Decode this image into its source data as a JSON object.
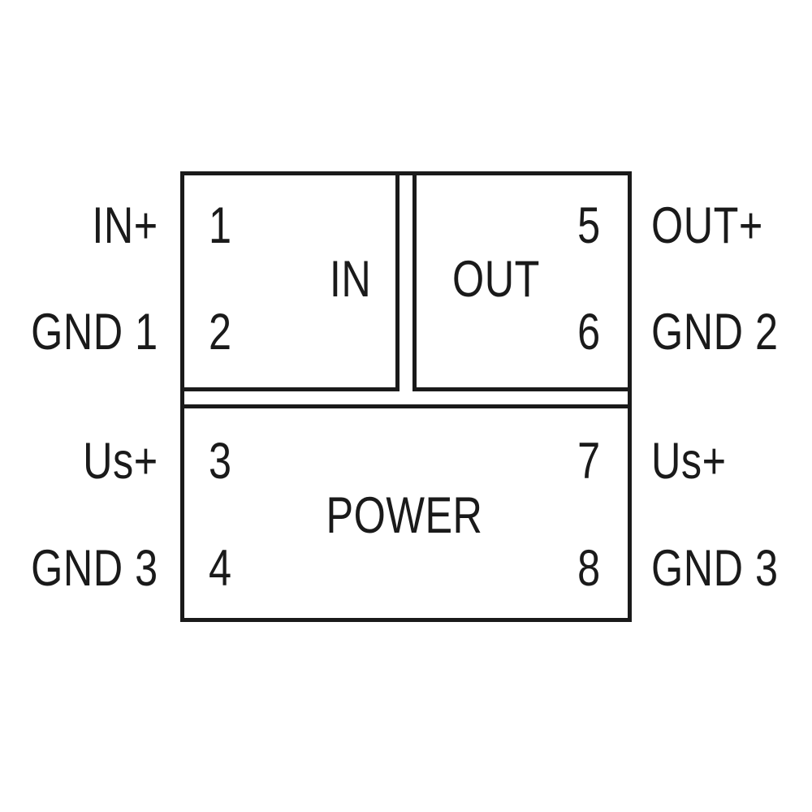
{
  "diagram": {
    "kind": "module-pin-assignment",
    "colors": {
      "line": "#1a1a1a",
      "background": "#ffffff"
    },
    "blocks": [
      {
        "id": "in",
        "label": "IN",
        "pins": [
          {
            "number": "1",
            "external_label": "IN+"
          },
          {
            "number": "2",
            "external_label": "GND 1"
          }
        ]
      },
      {
        "id": "out",
        "label": "OUT",
        "pins": [
          {
            "number": "5",
            "external_label": "OUT+"
          },
          {
            "number": "6",
            "external_label": "GND 2"
          }
        ]
      },
      {
        "id": "power",
        "label": "POWER",
        "pins": [
          {
            "number": "3",
            "external_label": "Us+"
          },
          {
            "number": "4",
            "external_label": "GND 3"
          },
          {
            "number": "7",
            "external_label": "Us+"
          },
          {
            "number": "8",
            "external_label": "GND 3"
          }
        ]
      }
    ]
  }
}
